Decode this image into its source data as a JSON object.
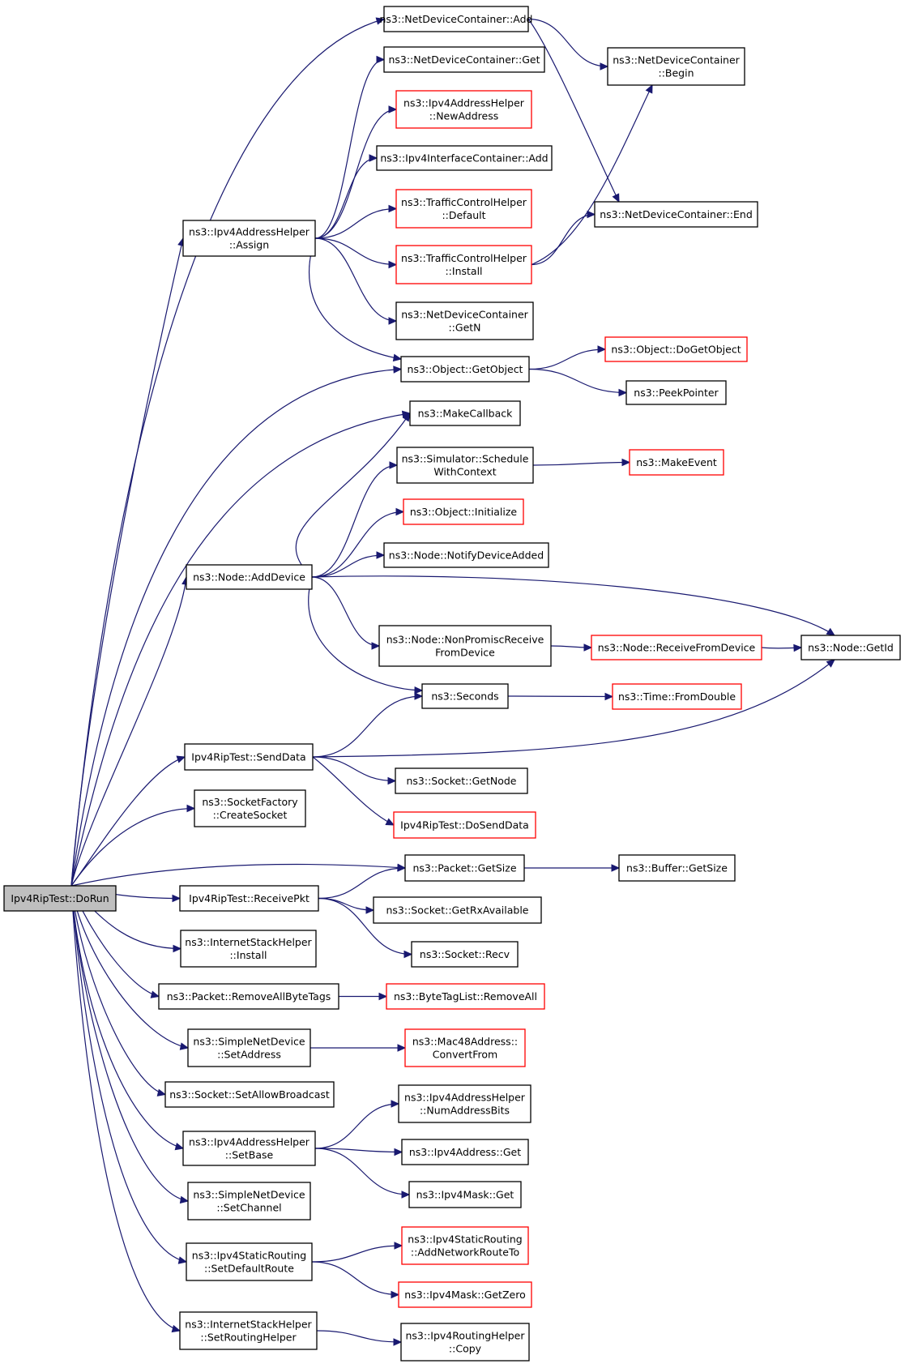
{
  "colors": {
    "edge": "#191970",
    "node_border": "#000000",
    "external_border": "#ff0000",
    "root_fill": "#bfbfbf"
  },
  "nodes": [
    {
      "id": "dorun",
      "lines": [
        "Ipv4RipTest::DoRun"
      ],
      "style": "root"
    },
    {
      "id": "ndc_add",
      "lines": [
        "ns3::NetDeviceContainer::Add"
      ],
      "style": "normal"
    },
    {
      "id": "ndc_begin",
      "lines": [
        "ns3::NetDeviceContainer",
        "::Begin"
      ],
      "style": "normal"
    },
    {
      "id": "ndc_get",
      "lines": [
        "ns3::NetDeviceContainer::Get"
      ],
      "style": "normal"
    },
    {
      "id": "iah_newaddr",
      "lines": [
        "ns3::Ipv4AddressHelper",
        "::NewAddress"
      ],
      "style": "red"
    },
    {
      "id": "iic_add",
      "lines": [
        "ns3::Ipv4InterfaceContainer::Add"
      ],
      "style": "normal"
    },
    {
      "id": "tch_default",
      "lines": [
        "ns3::TrafficControlHelper",
        "::Default"
      ],
      "style": "red"
    },
    {
      "id": "ndc_end",
      "lines": [
        "ns3::NetDeviceContainer::End"
      ],
      "style": "normal"
    },
    {
      "id": "iah_assign",
      "lines": [
        "ns3::Ipv4AddressHelper",
        "::Assign"
      ],
      "style": "normal"
    },
    {
      "id": "tch_install",
      "lines": [
        "ns3::TrafficControlHelper",
        "::Install"
      ],
      "style": "red"
    },
    {
      "id": "ndc_getn",
      "lines": [
        "ns3::NetDeviceContainer",
        "::GetN"
      ],
      "style": "normal"
    },
    {
      "id": "obj_getobject",
      "lines": [
        "ns3::Object::GetObject"
      ],
      "style": "normal"
    },
    {
      "id": "obj_dogetobject",
      "lines": [
        "ns3::Object::DoGetObject"
      ],
      "style": "red"
    },
    {
      "id": "peekpointer",
      "lines": [
        "ns3::PeekPointer"
      ],
      "style": "normal"
    },
    {
      "id": "makecallback",
      "lines": [
        "ns3::MakeCallback"
      ],
      "style": "normal"
    },
    {
      "id": "sim_schedule",
      "lines": [
        "ns3::Simulator::Schedule",
        "WithContext"
      ],
      "style": "normal"
    },
    {
      "id": "makeevent",
      "lines": [
        "ns3::MakeEvent"
      ],
      "style": "red"
    },
    {
      "id": "obj_initialize",
      "lines": [
        "ns3::Object::Initialize"
      ],
      "style": "red"
    },
    {
      "id": "node_adddevice",
      "lines": [
        "ns3::Node::AddDevice"
      ],
      "style": "normal"
    },
    {
      "id": "node_notify",
      "lines": [
        "ns3::Node::NotifyDeviceAdded"
      ],
      "style": "normal"
    },
    {
      "id": "node_nonpromisc",
      "lines": [
        "ns3::Node::NonPromiscReceive",
        "FromDevice"
      ],
      "style": "normal"
    },
    {
      "id": "node_recvfrom",
      "lines": [
        "ns3::Node::ReceiveFromDevice"
      ],
      "style": "red"
    },
    {
      "id": "node_getid",
      "lines": [
        "ns3::Node::GetId"
      ],
      "style": "normal"
    },
    {
      "id": "seconds",
      "lines": [
        "ns3::Seconds"
      ],
      "style": "normal"
    },
    {
      "id": "time_fromdouble",
      "lines": [
        "ns3::Time::FromDouble"
      ],
      "style": "red"
    },
    {
      "id": "senddata",
      "lines": [
        "Ipv4RipTest::SendData"
      ],
      "style": "normal"
    },
    {
      "id": "sock_getnode",
      "lines": [
        "ns3::Socket::GetNode"
      ],
      "style": "normal"
    },
    {
      "id": "dosenddata",
      "lines": [
        "Ipv4RipTest::DoSendData"
      ],
      "style": "red"
    },
    {
      "id": "sf_createsocket",
      "lines": [
        "ns3::SocketFactory",
        "::CreateSocket"
      ],
      "style": "normal"
    },
    {
      "id": "pkt_getsize",
      "lines": [
        "ns3::Packet::GetSize"
      ],
      "style": "normal"
    },
    {
      "id": "buf_getsize",
      "lines": [
        "ns3::Buffer::GetSize"
      ],
      "style": "normal"
    },
    {
      "id": "receivepkt",
      "lines": [
        "Ipv4RipTest::ReceivePkt"
      ],
      "style": "normal"
    },
    {
      "id": "sock_getrx",
      "lines": [
        "ns3::Socket::GetRxAvailable"
      ],
      "style": "normal"
    },
    {
      "id": "ish_install",
      "lines": [
        "ns3::InternetStackHelper",
        "::Install"
      ],
      "style": "normal"
    },
    {
      "id": "sock_recv",
      "lines": [
        "ns3::Socket::Recv"
      ],
      "style": "normal"
    },
    {
      "id": "pkt_removeallbytetags",
      "lines": [
        "ns3::Packet::RemoveAllByteTags"
      ],
      "style": "normal"
    },
    {
      "id": "btl_removeall",
      "lines": [
        "ns3::ByteTagList::RemoveAll"
      ],
      "style": "red"
    },
    {
      "id": "snd_setaddress",
      "lines": [
        "ns3::SimpleNetDevice",
        "::SetAddress"
      ],
      "style": "normal"
    },
    {
      "id": "mac48_convertfrom",
      "lines": [
        "ns3::Mac48Address::",
        "ConvertFrom"
      ],
      "style": "red"
    },
    {
      "id": "sock_setallowbroadcast",
      "lines": [
        "ns3::Socket::SetAllowBroadcast"
      ],
      "style": "normal"
    },
    {
      "id": "iah_numaddressbits",
      "lines": [
        "ns3::Ipv4AddressHelper",
        "::NumAddressBits"
      ],
      "style": "normal"
    },
    {
      "id": "iah_setbase",
      "lines": [
        "ns3::Ipv4AddressHelper",
        "::SetBase"
      ],
      "style": "normal"
    },
    {
      "id": "ipv4addr_get",
      "lines": [
        "ns3::Ipv4Address::Get"
      ],
      "style": "normal"
    },
    {
      "id": "ipv4mask_get",
      "lines": [
        "ns3::Ipv4Mask::Get"
      ],
      "style": "normal"
    },
    {
      "id": "snd_setchannel",
      "lines": [
        "ns3::SimpleNetDevice",
        "::SetChannel"
      ],
      "style": "normal"
    },
    {
      "id": "isr_addnetworkrouteto",
      "lines": [
        "ns3::Ipv4StaticRouting",
        "::AddNetworkRouteTo"
      ],
      "style": "red"
    },
    {
      "id": "isr_setdefaultroute",
      "lines": [
        "ns3::Ipv4StaticRouting",
        "::SetDefaultRoute"
      ],
      "style": "normal"
    },
    {
      "id": "ipv4mask_getzero",
      "lines": [
        "ns3::Ipv4Mask::GetZero"
      ],
      "style": "red"
    },
    {
      "id": "ish_setroutinghelper",
      "lines": [
        "ns3::InternetStackHelper",
        "::SetRoutingHelper"
      ],
      "style": "normal"
    },
    {
      "id": "irh_copy",
      "lines": [
        "ns3::Ipv4RoutingHelper",
        "::Copy"
      ],
      "style": "normal"
    }
  ],
  "edges": [
    [
      "dorun",
      "ndc_add"
    ],
    [
      "dorun",
      "iah_assign"
    ],
    [
      "dorun",
      "obj_getobject"
    ],
    [
      "dorun",
      "makecallback"
    ],
    [
      "dorun",
      "node_adddevice"
    ],
    [
      "dorun",
      "senddata"
    ],
    [
      "dorun",
      "sf_createsocket"
    ],
    [
      "dorun",
      "pkt_getsize"
    ],
    [
      "dorun",
      "receivepkt"
    ],
    [
      "dorun",
      "ish_install"
    ],
    [
      "dorun",
      "pkt_removeallbytetags"
    ],
    [
      "dorun",
      "snd_setaddress"
    ],
    [
      "dorun",
      "sock_setallowbroadcast"
    ],
    [
      "dorun",
      "iah_setbase"
    ],
    [
      "dorun",
      "snd_setchannel"
    ],
    [
      "dorun",
      "isr_setdefaultroute"
    ],
    [
      "dorun",
      "ish_setroutinghelper"
    ],
    [
      "ndc_add",
      "ndc_begin"
    ],
    [
      "ndc_add",
      "ndc_end"
    ],
    [
      "iah_assign",
      "ndc_get"
    ],
    [
      "iah_assign",
      "iah_newaddr"
    ],
    [
      "iah_assign",
      "iic_add"
    ],
    [
      "iah_assign",
      "tch_default"
    ],
    [
      "iah_assign",
      "tch_install"
    ],
    [
      "iah_assign",
      "ndc_getn"
    ],
    [
      "iah_assign",
      "obj_getobject"
    ],
    [
      "tch_install",
      "ndc_begin"
    ],
    [
      "tch_install",
      "ndc_end"
    ],
    [
      "obj_getobject",
      "obj_dogetobject"
    ],
    [
      "obj_getobject",
      "peekpointer"
    ],
    [
      "node_adddevice",
      "makecallback"
    ],
    [
      "node_adddevice",
      "sim_schedule"
    ],
    [
      "node_adddevice",
      "obj_initialize"
    ],
    [
      "node_adddevice",
      "node_notify"
    ],
    [
      "node_adddevice",
      "node_getid"
    ],
    [
      "node_adddevice",
      "node_nonpromisc"
    ],
    [
      "node_adddevice",
      "seconds"
    ],
    [
      "sim_schedule",
      "makeevent"
    ],
    [
      "node_nonpromisc",
      "node_recvfrom"
    ],
    [
      "node_recvfrom",
      "node_getid"
    ],
    [
      "seconds",
      "time_fromdouble"
    ],
    [
      "senddata",
      "seconds"
    ],
    [
      "senddata",
      "node_getid"
    ],
    [
      "senddata",
      "sock_getnode"
    ],
    [
      "senddata",
      "dosenddata"
    ],
    [
      "pkt_getsize",
      "buf_getsize"
    ],
    [
      "receivepkt",
      "pkt_getsize"
    ],
    [
      "receivepkt",
      "sock_getrx"
    ],
    [
      "receivepkt",
      "sock_recv"
    ],
    [
      "pkt_removeallbytetags",
      "btl_removeall"
    ],
    [
      "snd_setaddress",
      "mac48_convertfrom"
    ],
    [
      "iah_setbase",
      "iah_numaddressbits"
    ],
    [
      "iah_setbase",
      "ipv4addr_get"
    ],
    [
      "iah_setbase",
      "ipv4mask_get"
    ],
    [
      "isr_setdefaultroute",
      "isr_addnetworkrouteto"
    ],
    [
      "isr_setdefaultroute",
      "ipv4mask_getzero"
    ],
    [
      "ish_setroutinghelper",
      "irh_copy"
    ]
  ]
}
